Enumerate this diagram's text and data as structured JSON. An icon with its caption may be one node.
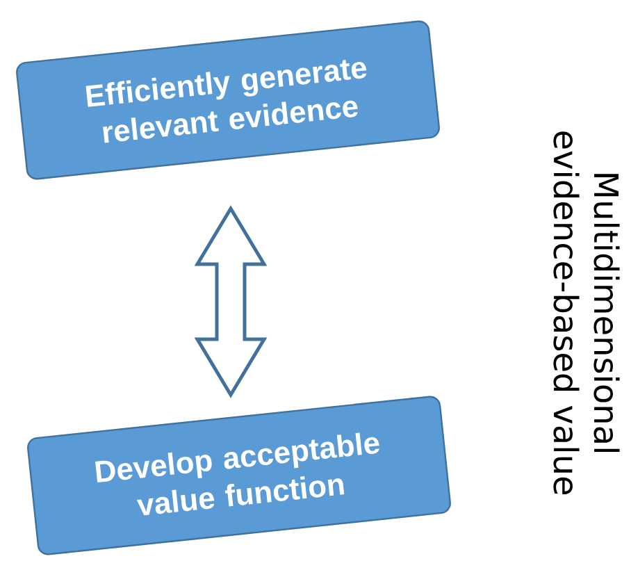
{
  "diagram": {
    "nodes": [
      {
        "text": [
          "Efficiently generate relevant evidence"
        ]
      },
      {
        "text": [
          "Develop acceptable value function"
        ]
      }
    ],
    "edges": [
      {
        "from": 0,
        "to": 1,
        "arrow": "both"
      }
    ],
    "labels": [
      "Multidimensional evidence-based value"
    ]
  }
}
